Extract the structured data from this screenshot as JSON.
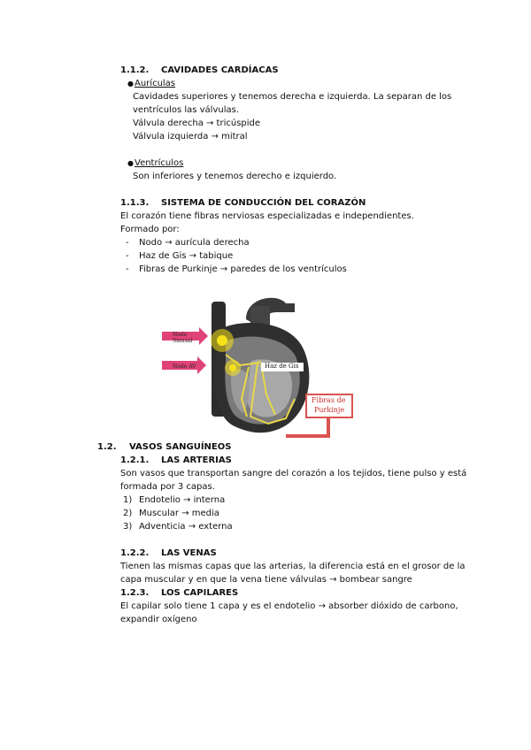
{
  "s112": {
    "num": "1.1.2.",
    "title": "CAVIDADES CARDÍACAS",
    "aur_bullet": "●",
    "aur_title": "Aurículas",
    "aur_line1": "Cavidades superiores y tenemos derecha e izquierda. La separan de los",
    "aur_line2": "ventrículos las válvulas.",
    "aur_line3": "Válvula derecha → tricúspide",
    "aur_line4": "Válvula izquierda → mitral",
    "ven_bullet": "●",
    "ven_title": "Ventrículos",
    "ven_line1": "Son inferiores y tenemos derecho e izquierdo."
  },
  "s113": {
    "num": "1.1.3.",
    "title": "SISTEMA DE CONDUCCIÓN DEL CORAZÓN",
    "line1": "El corazón tiene fibras nerviosas especializadas e independientes.",
    "line2": "Formado por:",
    "items": [
      {
        "dash": "-",
        "text": "Nodo → aurícula derecha"
      },
      {
        "dash": "-",
        "text": "Haz de Gis → tabique"
      },
      {
        "dash": "-",
        "text": "Fibras de Purkinje → paredes de los ventrículos"
      }
    ]
  },
  "figure": {
    "label_sinusal": "Nodo Sinusal",
    "label_av": "Nodo AV",
    "label_gis": "Haz de Gis",
    "label_purkinje_1": "Fibras de",
    "label_purkinje_2": "Purkinje",
    "colors": {
      "arrow": "#e0437a",
      "box": "#d9534f",
      "node": "#f7e21a",
      "heart": "#2f2f2f"
    }
  },
  "s12": {
    "num": "1.2.",
    "title": "VASOS SANGUÍNEOS"
  },
  "s121": {
    "num": "1.2.1.",
    "title": "LAS ARTERIAS",
    "line1": "Son vasos que transportan sangre del corazón a los tejidos, tiene pulso y está",
    "line2": "formada por 3 capas.",
    "items": [
      {
        "num": "1)",
        "text": "Endotelio → interna"
      },
      {
        "num": "2)",
        "text": "Muscular → media"
      },
      {
        "num": "3)",
        "text": "Adventicia → externa"
      }
    ]
  },
  "s122": {
    "num": "1.2.2.",
    "title": "LAS VENAS",
    "line1": "Tienen las mismas capas que las arterias, la diferencia está en el grosor de la",
    "line2": "capa muscular y en que la vena tiene válvulas → bombear sangre"
  },
  "s123": {
    "num": "1.2.3.",
    "title": "LOS CAPILARES",
    "line1": "El capilar solo tiene 1 capa y es el endotelio → absorber dióxido de carbono,",
    "line2": "expandir oxígeno"
  }
}
